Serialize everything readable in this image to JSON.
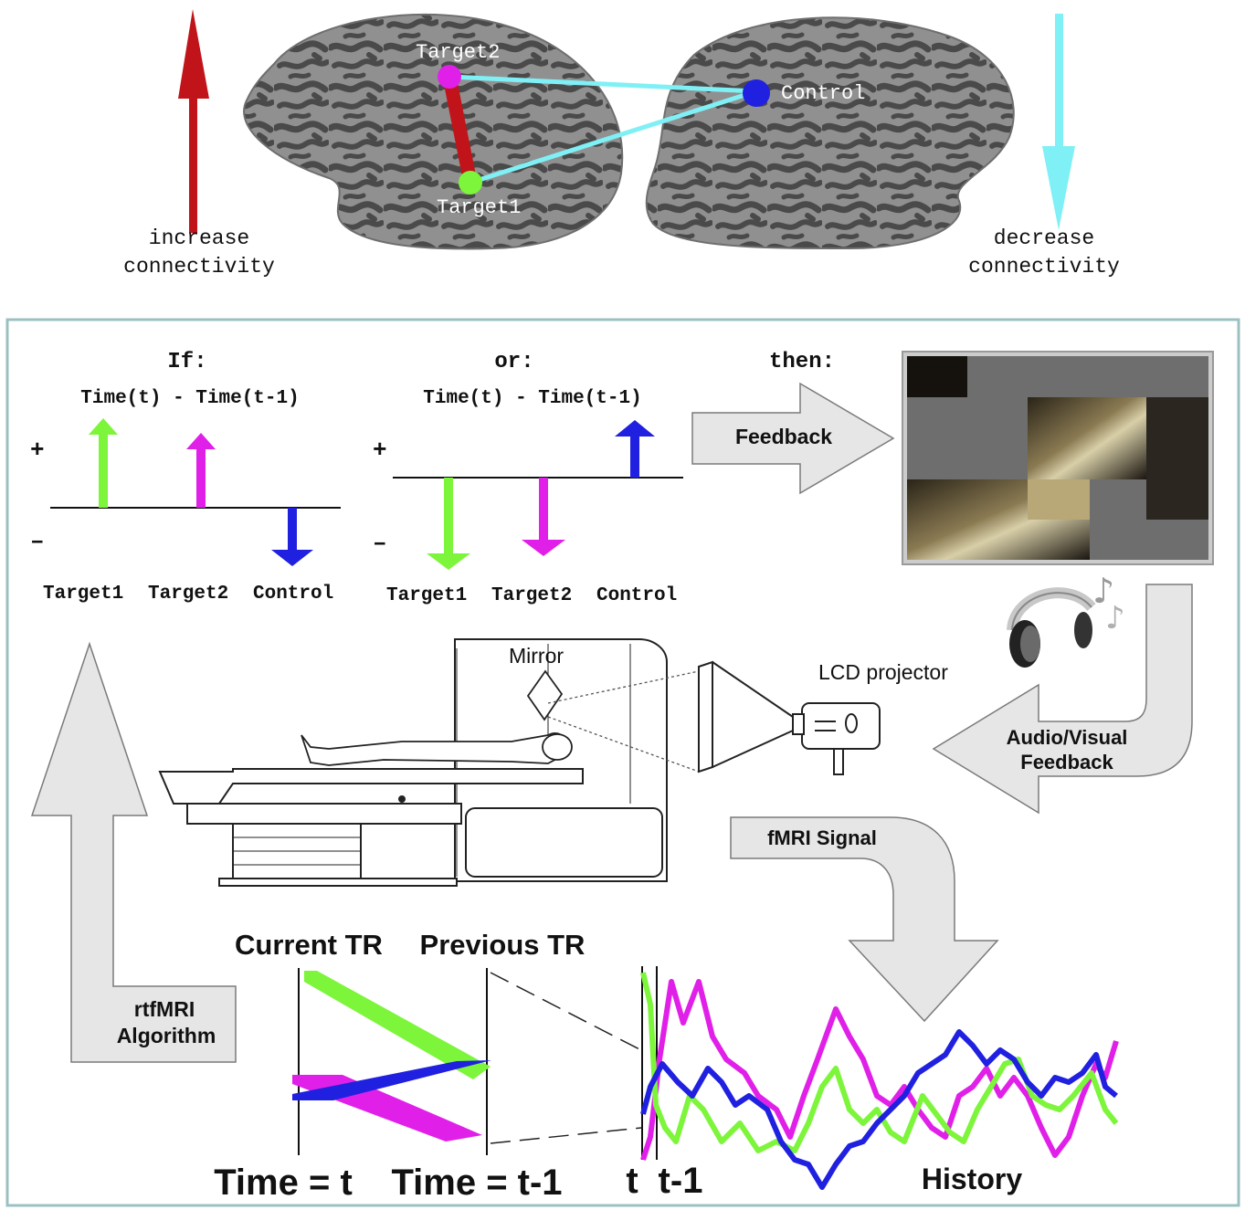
{
  "top": {
    "target2_label": "Target2",
    "target1_label": "Target1",
    "control_label": "Control",
    "increase_line1": "increase",
    "increase_line2": "connectivity",
    "decrease_line1": "decrease",
    "decrease_line2": "connectivity"
  },
  "panel": {
    "if_label": "If:",
    "or_label": "or:",
    "then_label": "then:",
    "time_diff_label": "Time(t) - Time(t-1)",
    "plus": "+",
    "minus": "–",
    "roi_labels": [
      "Target1",
      "Target2",
      "Control"
    ],
    "feedback_label": "Feedback",
    "mirror_label": "Mirror",
    "projector_label": "LCD projector",
    "av_feedback_line1": "Audio/Visual",
    "av_feedback_line2": "Feedback",
    "fmri_signal_label": "fMRI Signal",
    "rtfmri_line1": "rtfMRI",
    "rtfmri_line2": "Algorithm",
    "current_tr_label": "Current TR",
    "previous_tr_label": "Previous TR",
    "time_t_label": "Time = t",
    "time_t1_label": "Time = t-1",
    "t_label": "t",
    "t1_label": "t-1",
    "history_label": "History"
  },
  "colors": {
    "target1": "#7cf53a",
    "target2": "#e020e8",
    "control": "#2020e0",
    "increase_arrow": "#c0141a",
    "decrease_arrow": "#7ff0f5",
    "panel_border": "#9cc0c0",
    "gray_arrow": "#e6e6e6"
  }
}
